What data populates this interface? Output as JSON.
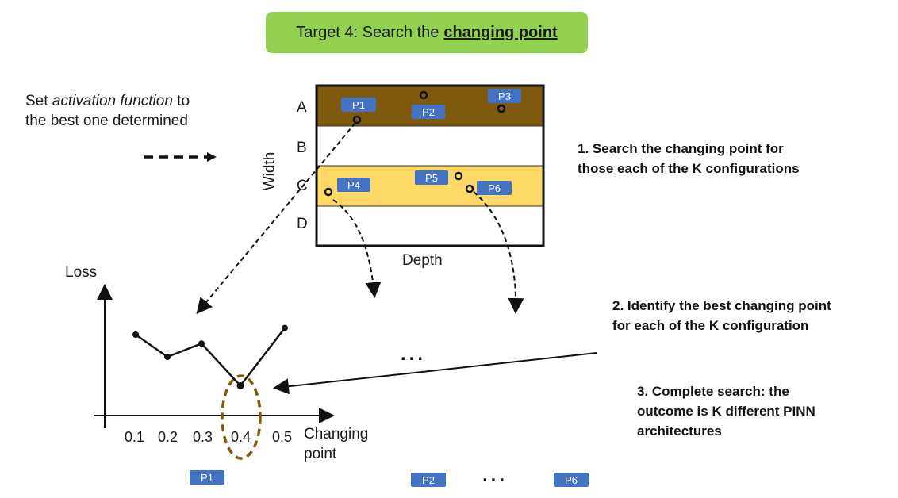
{
  "title": {
    "prefix": "Target 4: Search the",
    "keyword": "changing point"
  },
  "left_note": {
    "line1_pre": "Set ",
    "line1_em": "activation function",
    "line1_post": " to",
    "line2": "the best one determined"
  },
  "grid": {
    "rows": [
      "A",
      "B",
      "C",
      "D"
    ],
    "row_colors": {
      "A": "#7f5a0e",
      "B": "#ffffff",
      "C": "#ffd966",
      "D": "#ffffff"
    },
    "ylabel": "Width",
    "xlabel": "Depth",
    "points": [
      "P1",
      "P2",
      "P3",
      "P4",
      "P5",
      "P6"
    ]
  },
  "steps": {
    "s1": [
      "1. Search the changing point for",
      "those each of the K configurations"
    ],
    "s2": [
      "2. Identify the best changing point",
      "for each of the K configuration"
    ],
    "s3": [
      "3. Complete search: the",
      "outcome is K different PINN",
      "architectures"
    ]
  },
  "chart_data": {
    "type": "line",
    "ylabel": "Loss",
    "xlabel": [
      "Changing",
      "point"
    ],
    "categories": [
      "0.1",
      "0.2",
      "0.3",
      "0.4",
      "0.5"
    ],
    "values": [
      0.7,
      0.5,
      0.62,
      0.24,
      0.76
    ],
    "highlight": "0.4"
  },
  "ellipsis": "...",
  "bottom_tags": [
    "P1",
    "P2",
    "P6"
  ],
  "colors": {
    "title_bg": "#92d050",
    "tag_bg": "#4472c4",
    "highlight_ring": "#7f5a0e"
  }
}
